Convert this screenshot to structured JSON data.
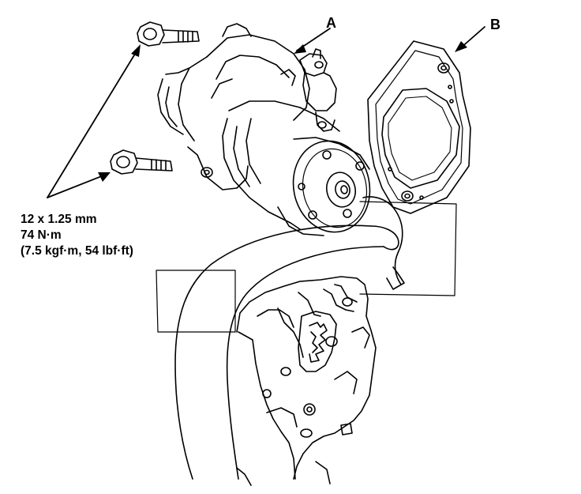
{
  "callouts": {
    "a": "A",
    "b": "B"
  },
  "fastener_spec": {
    "size": "12 x 1.25 mm",
    "torque_nm": "74 N·m",
    "torque_alt": "(7.5 kgf·m, 54 lbf·ft)"
  },
  "colors": {
    "line": "#000000",
    "fill": "#ffffff"
  }
}
